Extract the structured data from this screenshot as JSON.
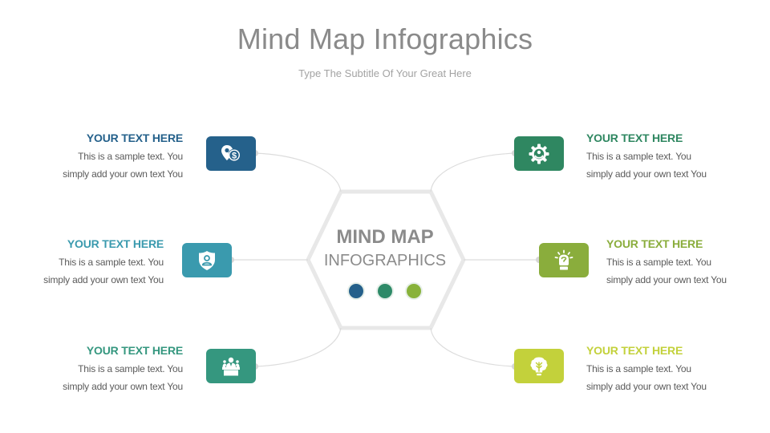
{
  "header": {
    "title": "Mind Map Infographics",
    "subtitle": "Type The Subtitle Of Your Great Here"
  },
  "center": {
    "title": "MIND MAP",
    "subtitle": "INFOGRAPHICS",
    "dots": [
      {
        "color": "#25608b"
      },
      {
        "color": "#2e8a68"
      },
      {
        "color": "#88b23a"
      }
    ]
  },
  "items": [
    {
      "side": "left",
      "heading": "YOUR TEXT HERE",
      "line1": "This is a sample text.  You",
      "line2": "simply add your own text  You",
      "color": "#25618b",
      "icon": "location-money-icon"
    },
    {
      "side": "left",
      "heading": "YOUR TEXT HERE",
      "line1": "This is a sample text.  You",
      "line2": "simply add your own text  You",
      "color": "#3a9aae",
      "icon": "shield-user-icon"
    },
    {
      "side": "left",
      "heading": "YOUR TEXT HERE",
      "line1": "This is a sample text.  You",
      "line2": "simply add your own text  You",
      "color": "#35977f",
      "icon": "speaker-podium-icon"
    },
    {
      "side": "right",
      "heading": "YOUR TEXT HERE",
      "line1": "This is a sample text.  You",
      "line2": "simply add your own text  You",
      "color": "#2f8761",
      "icon": "gear-user-icon"
    },
    {
      "side": "right",
      "heading": "YOUR TEXT HERE",
      "line1": "This is a sample text.  You",
      "line2": "simply add your own text  You",
      "color": "#8aad3c",
      "icon": "idea-hand-icon"
    },
    {
      "side": "right",
      "heading": "YOUR TEXT HERE",
      "line1": "This is a sample text.  You",
      "line2": "simply add your own text  You",
      "color": "#c3d13b",
      "icon": "brain-growth-icon"
    }
  ]
}
